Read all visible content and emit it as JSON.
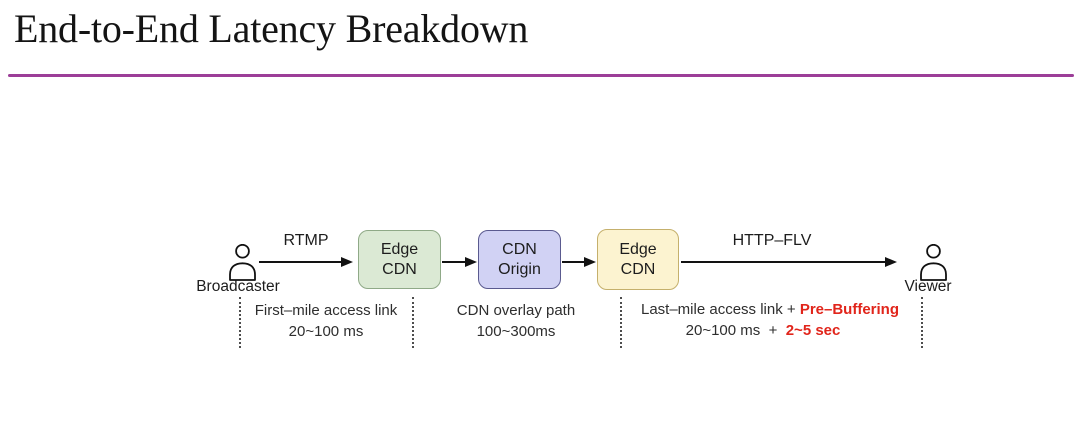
{
  "slide": {
    "title": "End-to-End Latency Breakdown"
  },
  "colors": {
    "rule_accent": "#9c3e98",
    "highlight_red": "#e1251b",
    "arrow_black": "#121212"
  },
  "diagram": {
    "endpoints": [
      {
        "id": "broadcaster",
        "label": "Broadcaster",
        "icon": "person-icon"
      },
      {
        "id": "viewer",
        "label": "Viewer",
        "icon": "person-icon"
      }
    ],
    "links": [
      {
        "id": "rtmp",
        "label": "RTMP"
      },
      {
        "id": "edge-to-origin",
        "label": ""
      },
      {
        "id": "origin-to-edge",
        "label": ""
      },
      {
        "id": "http-flv",
        "label": "HTTP–FLV"
      }
    ],
    "nodes": [
      {
        "id": "edge-cdn-ingest",
        "label": "Edge\nCDN",
        "fill": "#dbe9d4",
        "border": "#8fa987"
      },
      {
        "id": "cdn-origin",
        "label": "CDN\nOrigin",
        "fill": "#d1d2f4",
        "border": "#5a5a8f"
      },
      {
        "id": "edge-cdn-delivery",
        "label": "Edge\nCDN",
        "fill": "#fcf3d0",
        "border": "#c5b06c"
      }
    ],
    "segments": [
      {
        "id": "first-mile",
        "line1": "First–mile access link",
        "line2": "20~100 ms"
      },
      {
        "id": "cdn-overlay",
        "line1": "CDN overlay path",
        "line2": "100~300ms"
      },
      {
        "id": "last-mile",
        "line1_prefix": "Last–mile access link + ",
        "line1_highlight": "Pre–Buffering",
        "line2_prefix": "20~100 ms  +  ",
        "line2_highlight": "2~5 sec"
      }
    ]
  }
}
